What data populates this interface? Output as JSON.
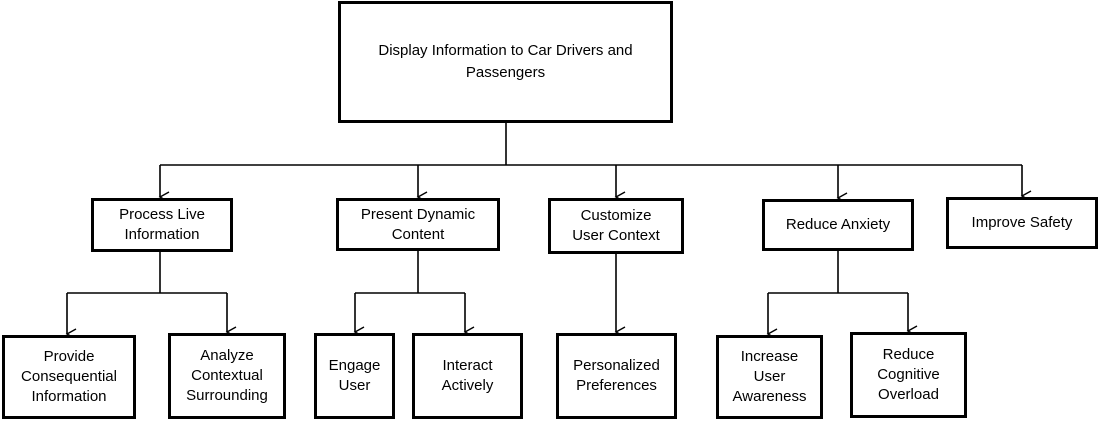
{
  "root": {
    "label": "Display Information to Car Drivers and\nPassengers"
  },
  "level1": [
    {
      "label": "Process Live\nInformation"
    },
    {
      "label": "Present Dynamic\nContent"
    },
    {
      "label": "Customize\nUser Context"
    },
    {
      "label": "Reduce Anxiety"
    },
    {
      "label": "Improve Safety"
    }
  ],
  "level2": [
    {
      "label": "Provide\nConsequential\nInformation"
    },
    {
      "label": "Analyze\nContextual\nSurrounding"
    },
    {
      "label": "Engage\nUser"
    },
    {
      "label": "Interact\nActively"
    },
    {
      "label": "Personalized\nPreferences"
    },
    {
      "label": "Increase\nUser\nAwareness"
    },
    {
      "label": "Reduce\nCognitive\nOverload"
    }
  ],
  "colors": {
    "line": "#000000",
    "box_border": "#000000",
    "background": "#ffffff"
  }
}
